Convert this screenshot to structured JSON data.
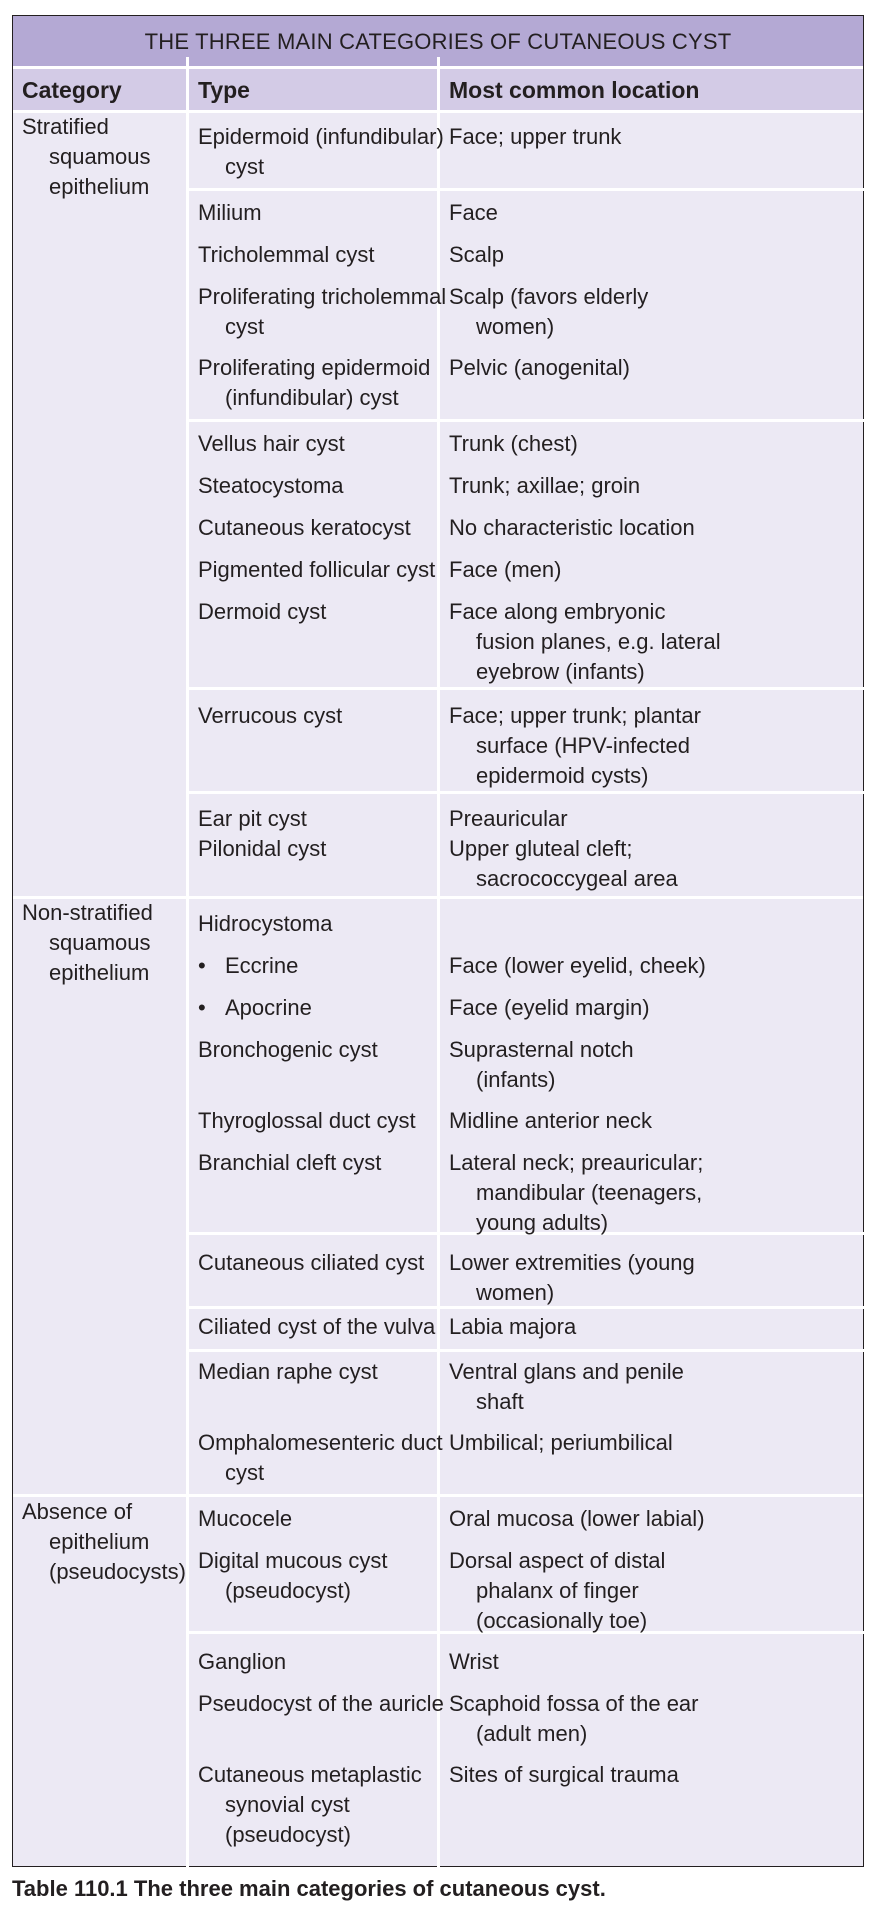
{
  "title": "THE THREE MAIN CATEGORIES OF CUTANEOUS CYST",
  "headers": {
    "category": "Category",
    "type": "Type",
    "location": "Most common location"
  },
  "categories": {
    "stratified": {
      "l1": "Stratified",
      "l2": "squamous",
      "l3": "epithelium"
    },
    "nonstratified": {
      "l1": "Non-stratified",
      "l2": "squamous",
      "l3": "epithelium"
    },
    "absence": {
      "l1": "Absence of",
      "l2": "epithelium",
      "l3": "(pseudocysts)"
    }
  },
  "rows": {
    "epidermoid": {
      "type1": "Epidermoid (infundibular)",
      "type2": "cyst",
      "loc1": "Face; upper trunk"
    },
    "milium": {
      "type1": "Milium",
      "loc1": "Face"
    },
    "tricholemmal": {
      "type1": "Tricholemmal cyst",
      "loc1": "Scalp"
    },
    "prolif_trich": {
      "type1": "Proliferating tricholemmal",
      "type2": "cyst",
      "loc1": "Scalp (favors elderly",
      "loc2": "women)"
    },
    "prolif_epi": {
      "type1": "Proliferating epidermoid",
      "type2": "(infundibular) cyst",
      "loc1": "Pelvic (anogenital)"
    },
    "vellus": {
      "type1": "Vellus hair cyst",
      "loc1": "Trunk (chest)"
    },
    "steato": {
      "type1": "Steatocystoma",
      "loc1": "Trunk; axillae; groin"
    },
    "keratocyst": {
      "type1": "Cutaneous keratocyst",
      "loc1": "No characteristic location"
    },
    "pigmented": {
      "type1": "Pigmented follicular cyst",
      "loc1": "Face (men)"
    },
    "dermoid": {
      "type1": "Dermoid cyst",
      "loc1": "Face along embryonic",
      "loc2": "fusion planes, e.g. lateral",
      "loc3": "eyebrow (infants)"
    },
    "verrucous": {
      "type1": "Verrucous cyst",
      "loc1": "Face; upper trunk; plantar",
      "loc2": "surface (HPV-infected",
      "loc3": "epidermoid cysts)"
    },
    "earpit": {
      "type1": "Ear pit cyst",
      "loc1": "Preauricular"
    },
    "pilonidal": {
      "type1": "Pilonidal cyst",
      "loc1": "Upper gluteal cleft;",
      "loc2": "sacrococcygeal area"
    },
    "hidrocystoma": {
      "type1": "Hidrocystoma"
    },
    "eccrine": {
      "bullet": "•",
      "type1": "Eccrine",
      "loc1": "Face (lower eyelid, cheek)"
    },
    "apocrine": {
      "bullet": "•",
      "type1": "Apocrine",
      "loc1": "Face (eyelid margin)"
    },
    "bronchogenic": {
      "type1": "Bronchogenic cyst",
      "loc1": "Suprasternal notch",
      "loc2": "(infants)"
    },
    "thyroglossal": {
      "type1": "Thyroglossal duct cyst",
      "loc1": "Midline anterior neck"
    },
    "branchial": {
      "type1": "Branchial cleft cyst",
      "loc1": "Lateral neck; preauricular;",
      "loc2": "mandibular (teenagers,",
      "loc3": "young adults)"
    },
    "ciliated": {
      "type1": "Cutaneous ciliated cyst",
      "loc1": "Lower extremities (young",
      "loc2": "women)"
    },
    "vulva": {
      "type1": "Ciliated cyst of the vulva",
      "loc1": "Labia majora"
    },
    "raphe": {
      "type1": "Median raphe cyst",
      "loc1": "Ventral glans and penile",
      "loc2": "shaft"
    },
    "omphalo": {
      "type1": "Omphalomesenteric duct",
      "type2": "cyst",
      "loc1": "Umbilical; periumbilical"
    },
    "mucocele": {
      "type1": "Mucocele",
      "loc1": "Oral mucosa (lower labial)"
    },
    "digital": {
      "type1": "Digital mucous cyst",
      "type2": "(pseudocyst)",
      "loc1": "Dorsal aspect of distal",
      "loc2": "phalanx of finger",
      "loc3": "(occasionally toe)"
    },
    "ganglion": {
      "type1": "Ganglion",
      "loc1": "Wrist"
    },
    "auricle": {
      "type1": "Pseudocyst of the auricle",
      "loc1": "Scaphoid fossa of the ear",
      "loc2": "(adult men)"
    },
    "metaplastic": {
      "type1": "Cutaneous metaplastic",
      "type2": "synovial cyst",
      "type3": "(pseudocyst)",
      "loc1": "Sites of surgical trauma"
    }
  },
  "caption": {
    "label": "Table 110.1",
    "text": "The three main categories of cutaneous cyst."
  },
  "colors": {
    "title_bg": "#b4a9d4",
    "header_bg": "#d3cbe6",
    "body_bg": "#ece9f4",
    "divider": "#ffffff",
    "text": "#231f20"
  }
}
